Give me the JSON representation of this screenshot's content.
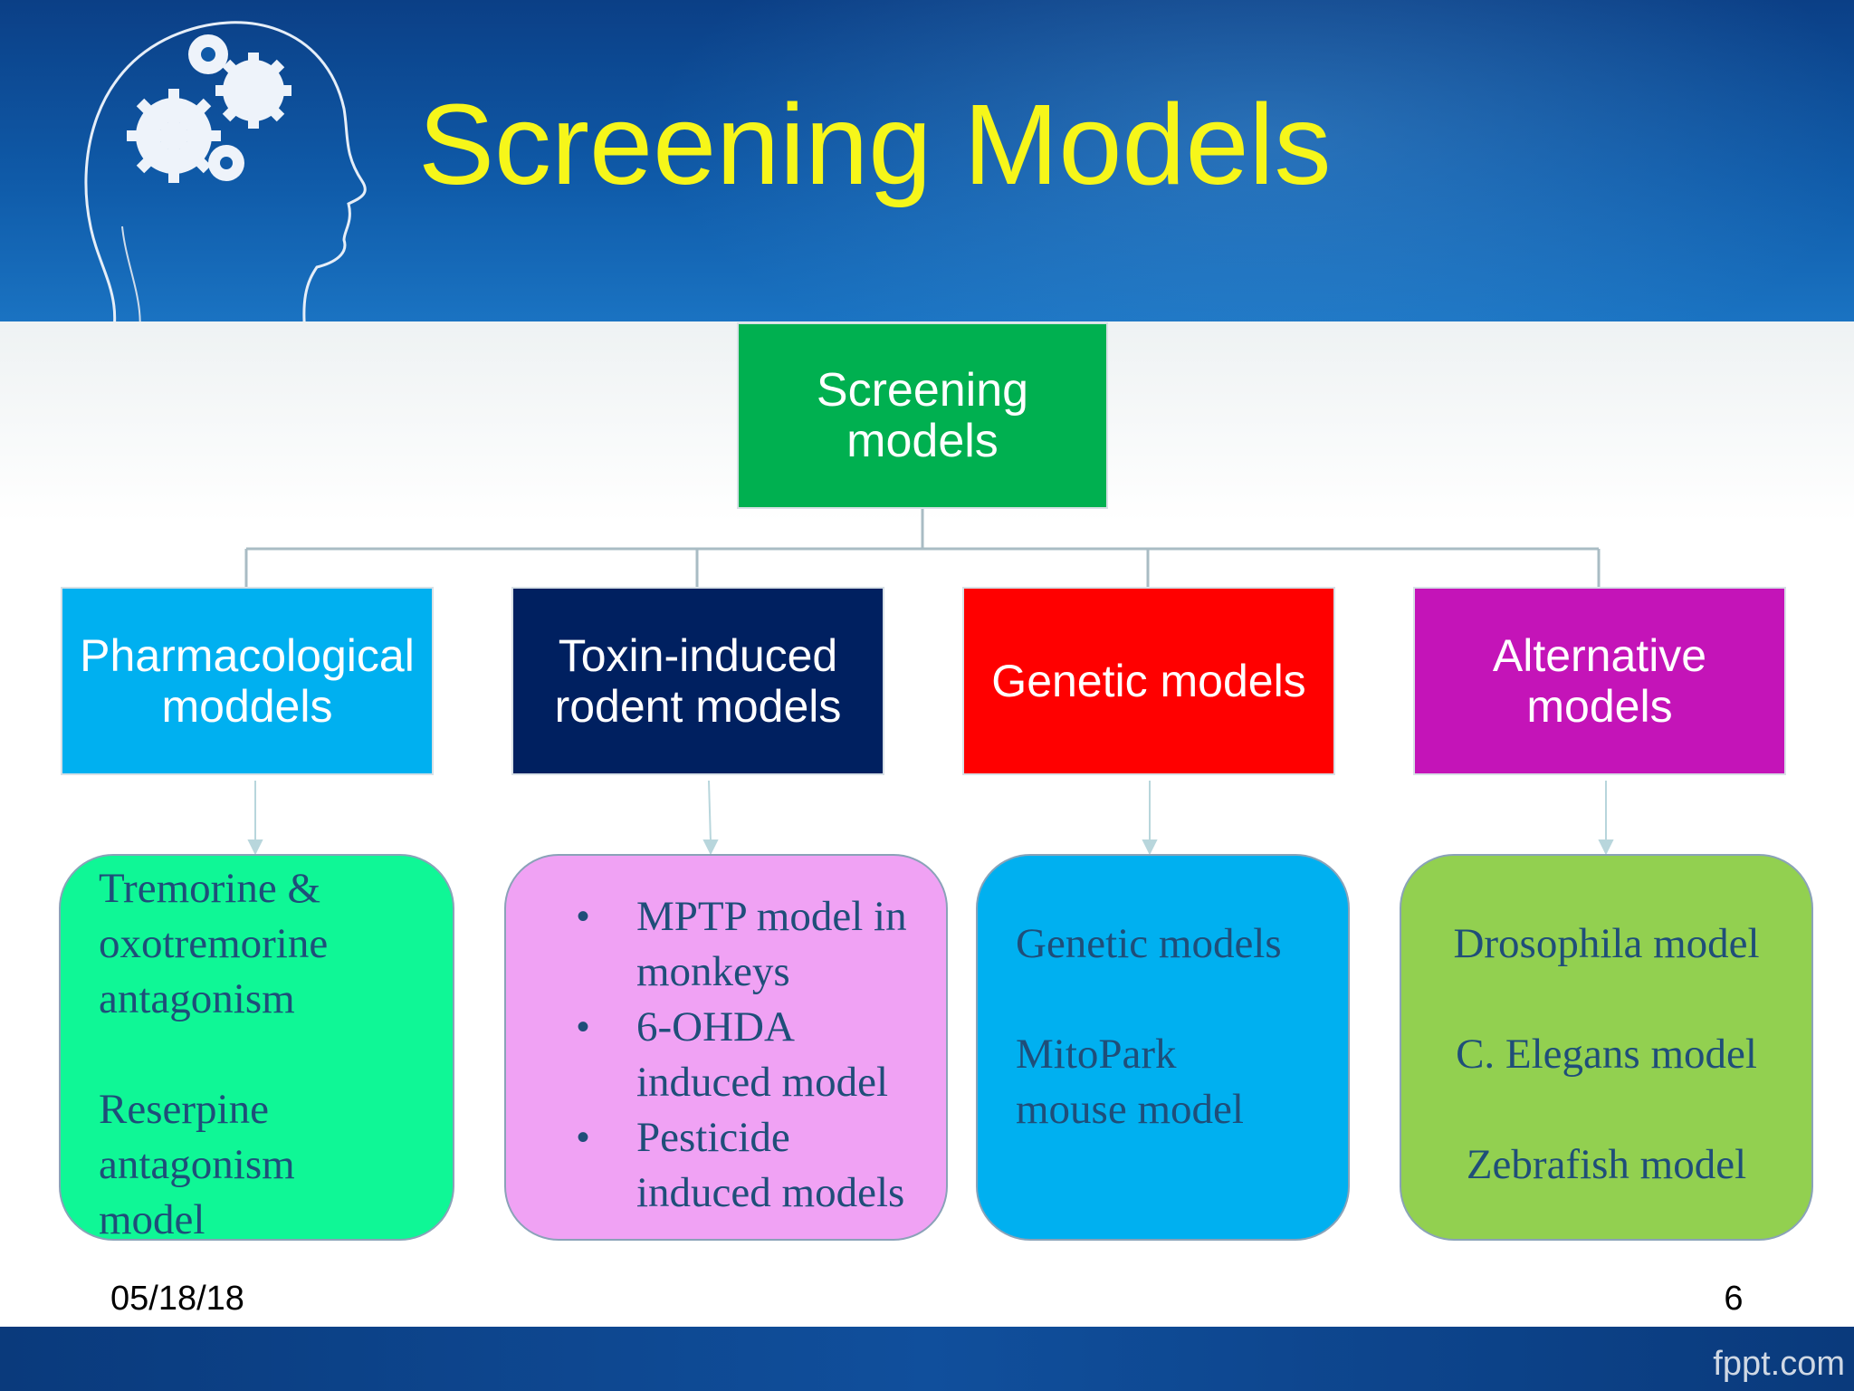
{
  "title": "Screening Models",
  "root": {
    "line1": "Screening",
    "line2": "models"
  },
  "categories": [
    {
      "line1": "Pharmacological",
      "line2": "moddels",
      "color": "#00b0f0"
    },
    {
      "line1": "Toxin-induced",
      "line2": "rodent models",
      "color": "#002060"
    },
    {
      "line1": "Genetic models",
      "line2": "",
      "color": "#ff0000"
    },
    {
      "line1": "Alternative",
      "line2": "models",
      "color": "#c414b8"
    }
  ],
  "details": {
    "pharmacological": {
      "lines_a": [
        "Tremorine &",
        "oxotremorine",
        "antagonism"
      ],
      "lines_b": [
        "Reserpine",
        "antagonism",
        "model"
      ]
    },
    "toxin": {
      "items": [
        [
          "MPTP model in",
          "monkeys"
        ],
        [
          "6-OHDA",
          "induced model"
        ],
        [
          "Pesticide",
          "induced models"
        ]
      ]
    },
    "genetic": {
      "line1": "Genetic models",
      "line2": "MitoPark",
      "line3": "mouse model"
    },
    "alternative": {
      "items": [
        "Drosophila model",
        "C. Elegans model",
        "Zebrafish model"
      ]
    }
  },
  "footer": {
    "date": "05/18/18",
    "page": "6",
    "brand": "fppt.com"
  },
  "colors": {
    "title": "#f6f61a",
    "root": "#00b050",
    "card_pharmacological": "#0ff796",
    "card_toxin": "#f0a2f4",
    "card_genetic": "#00b0f0",
    "card_alternative": "#92d050",
    "card_text": "#1f4e79"
  },
  "icons": {
    "header": "head-with-gears-icon",
    "bullet": "bullet-dot-icon"
  }
}
